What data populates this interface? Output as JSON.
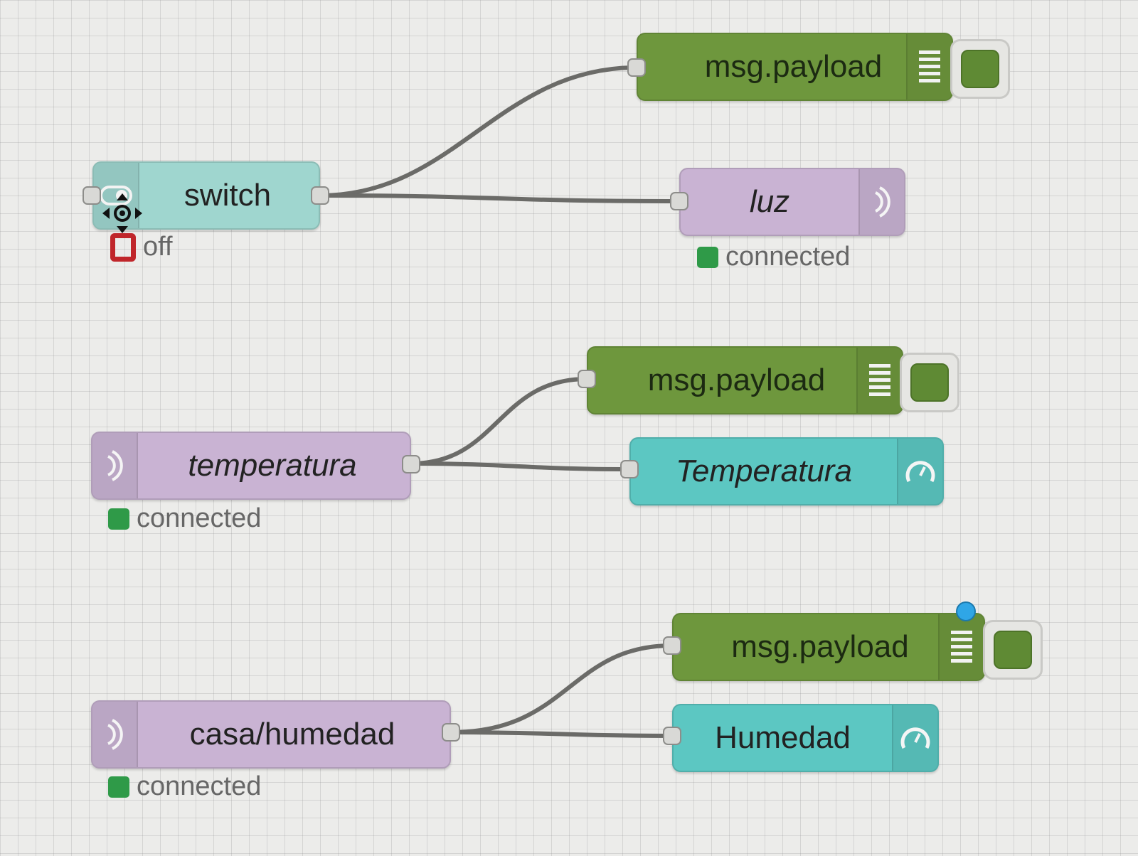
{
  "colors": {
    "debug_node": "#6e973d",
    "mqtt_node": "#c9b3d3",
    "gauge_node": "#5cc7c2",
    "switch_node": "#9fd6cf",
    "wire": "#6b6b68",
    "status_connected": "#2f9a48",
    "status_off": "#c0262b",
    "changed_indicator": "#2fa6e6"
  },
  "flows": [
    {
      "source": {
        "type": "switch",
        "label": "switch",
        "icon": "switch-icon",
        "status": {
          "text": "off",
          "shape": "ring-red"
        }
      },
      "targets": [
        {
          "type": "debug",
          "label": "msg.payload",
          "icon": "list-icon"
        },
        {
          "type": "mqtt-out",
          "label": "luz",
          "icon": "mqtt-icon",
          "status": {
            "text": "connected",
            "shape": "dot-green"
          }
        }
      ]
    },
    {
      "source": {
        "type": "mqtt-in",
        "label": "temperatura",
        "icon": "mqtt-icon",
        "status": {
          "text": "connected",
          "shape": "dot-green"
        }
      },
      "targets": [
        {
          "type": "debug",
          "label": "msg.payload",
          "icon": "list-icon"
        },
        {
          "type": "gauge",
          "label": "Temperatura",
          "icon": "gauge-icon"
        }
      ]
    },
    {
      "source": {
        "type": "mqtt-in",
        "label": "casa/humedad",
        "icon": "mqtt-icon",
        "status": {
          "text": "connected",
          "shape": "dot-green"
        }
      },
      "targets": [
        {
          "type": "debug",
          "label": "msg.payload",
          "icon": "list-icon"
        },
        {
          "type": "gauge",
          "label": "Humedad",
          "icon": "gauge-icon"
        }
      ]
    }
  ]
}
